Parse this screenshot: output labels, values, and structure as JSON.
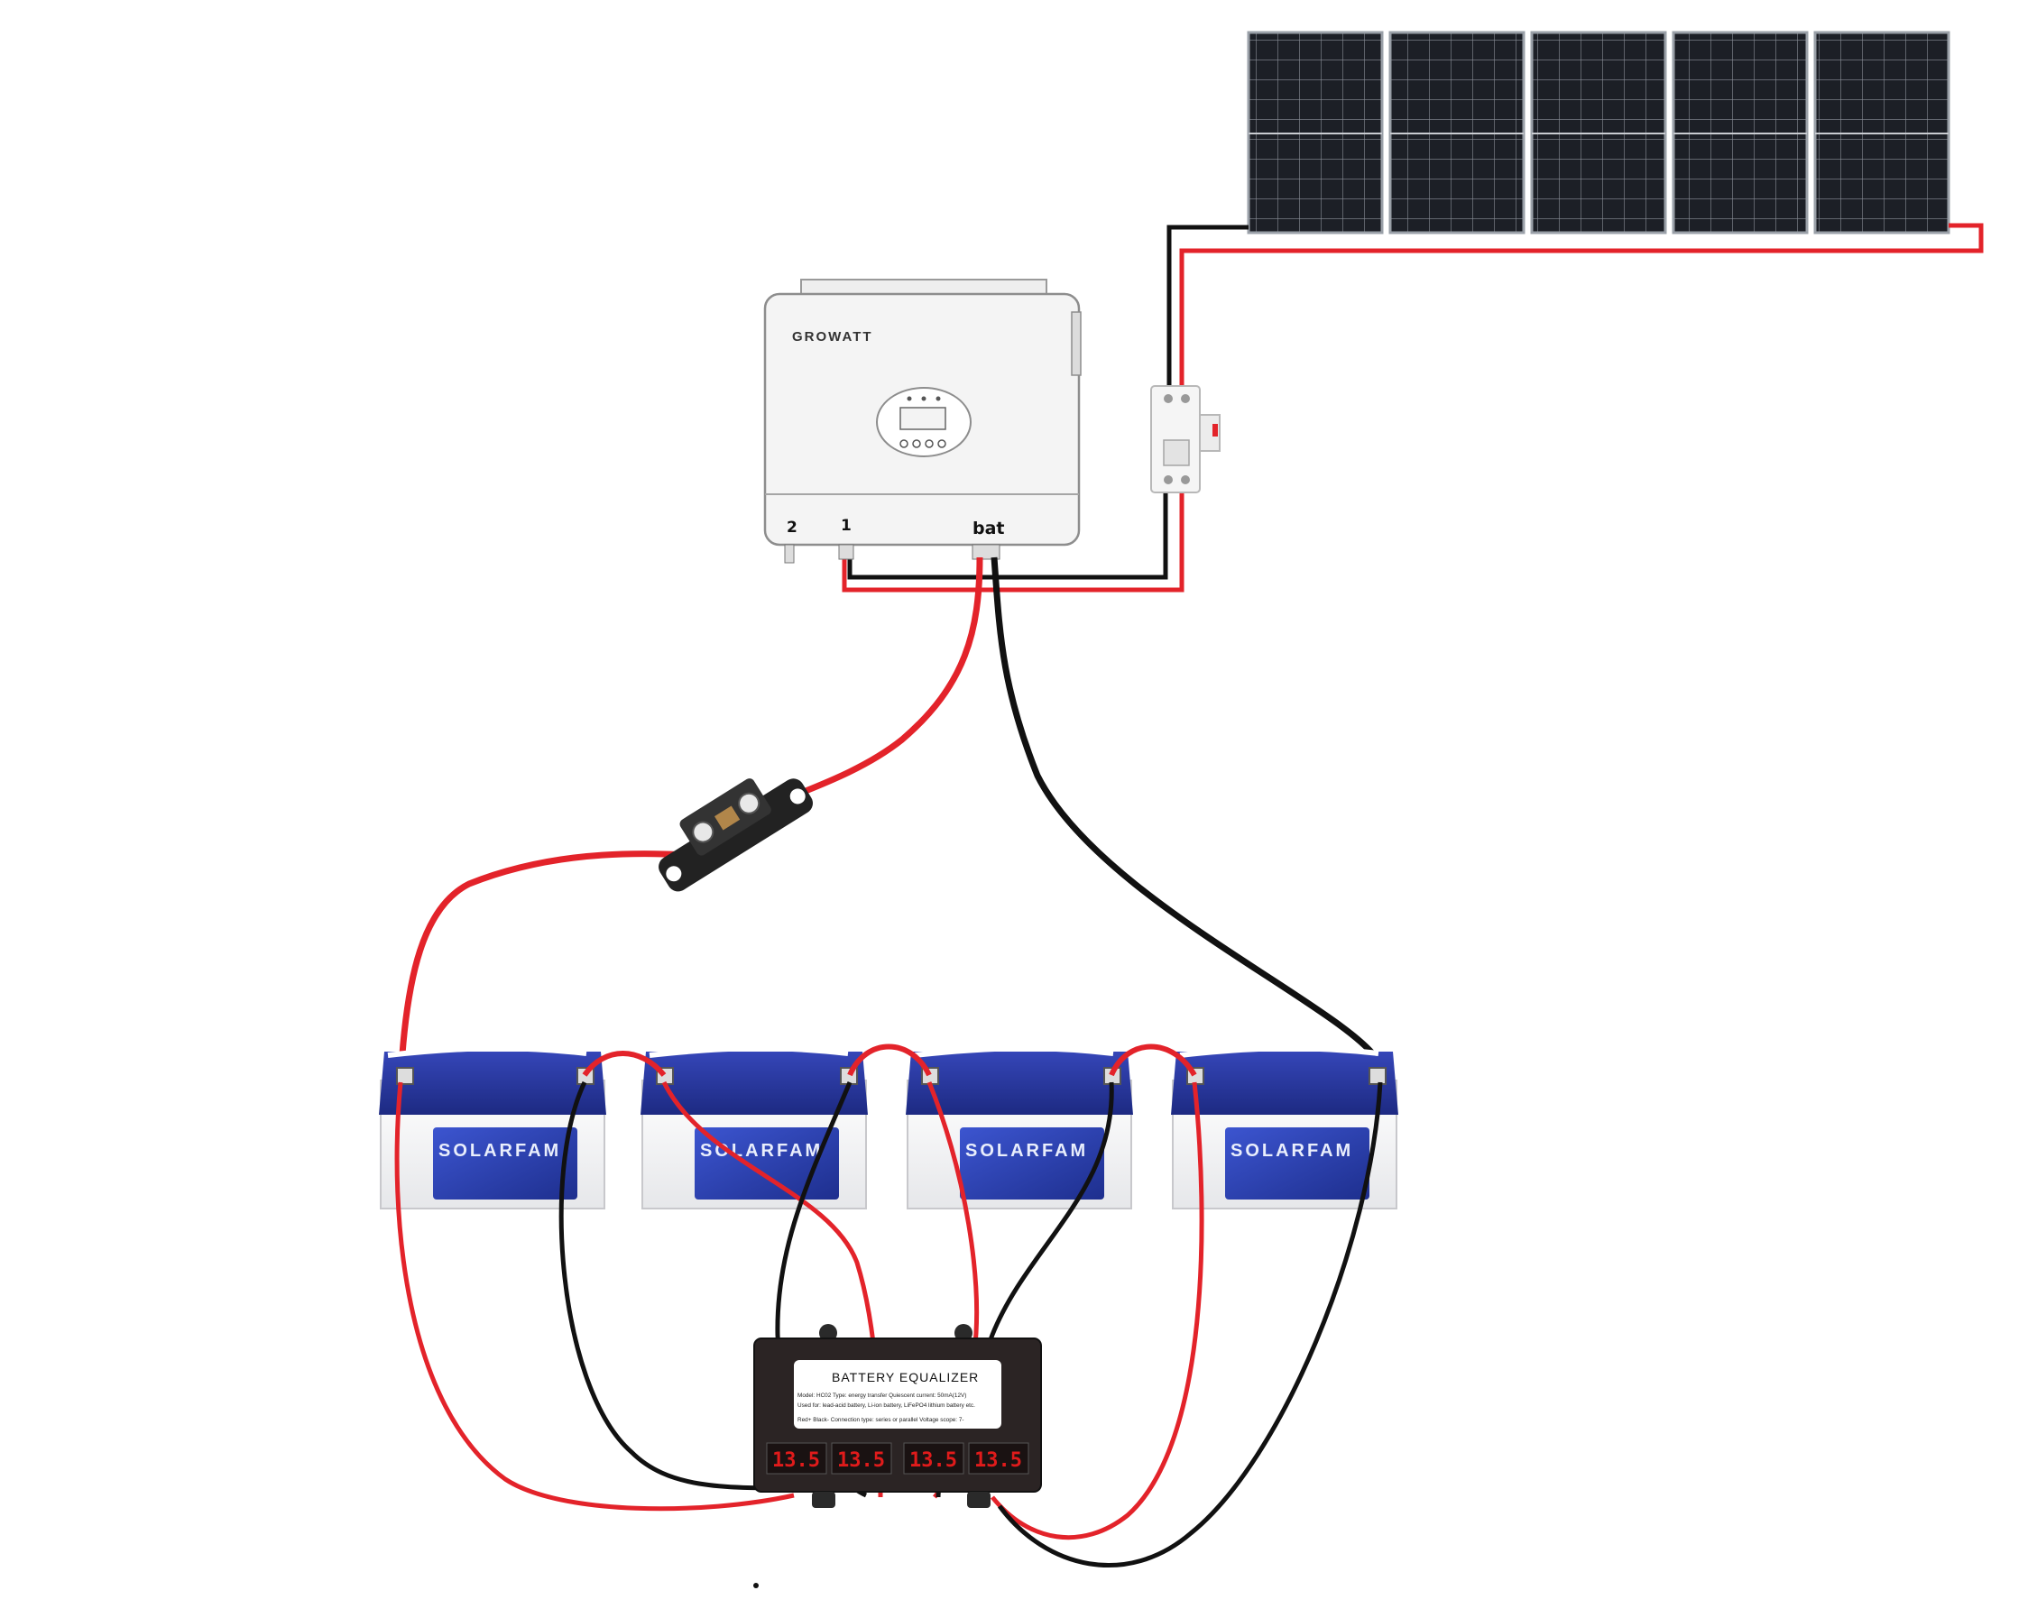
{
  "inverter": {
    "brand": "GROWATT",
    "port_2": "2",
    "port_1": "1",
    "port_bat": "bat"
  },
  "batteries": [
    {
      "brand": "SOLARFAM"
    },
    {
      "brand": "SOLARFAM"
    },
    {
      "brand": "SOLARFAM"
    },
    {
      "brand": "SOLARFAM"
    }
  ],
  "equalizer": {
    "title": "BATTERY EQUALIZER",
    "spec_line_1": "Model: HC02   Type: energy transfer   Quiescent current: 50mA(12V)",
    "spec_line_2": "Used for: lead-acid battery, Li-ion battery, LiFePO4 lithium battery etc.",
    "spec_line_3": "Red+ Black-   Connection type: series or parallel   Voltage scope: 7-",
    "displays": [
      "13.5",
      "13.5",
      "13.5",
      "13.5"
    ]
  },
  "colors": {
    "positive_wire": "#e3232a",
    "negative_wire": "#111111",
    "battery_case": "#f2f2f4",
    "battery_lid": "#2a3aa0",
    "solar_cell": "#1c1f26",
    "inverter_body": "#f4f4f4"
  },
  "icons": [
    "solar-panel",
    "inverter",
    "dc-breaker",
    "fuse-holder",
    "battery",
    "battery-equalizer"
  ]
}
